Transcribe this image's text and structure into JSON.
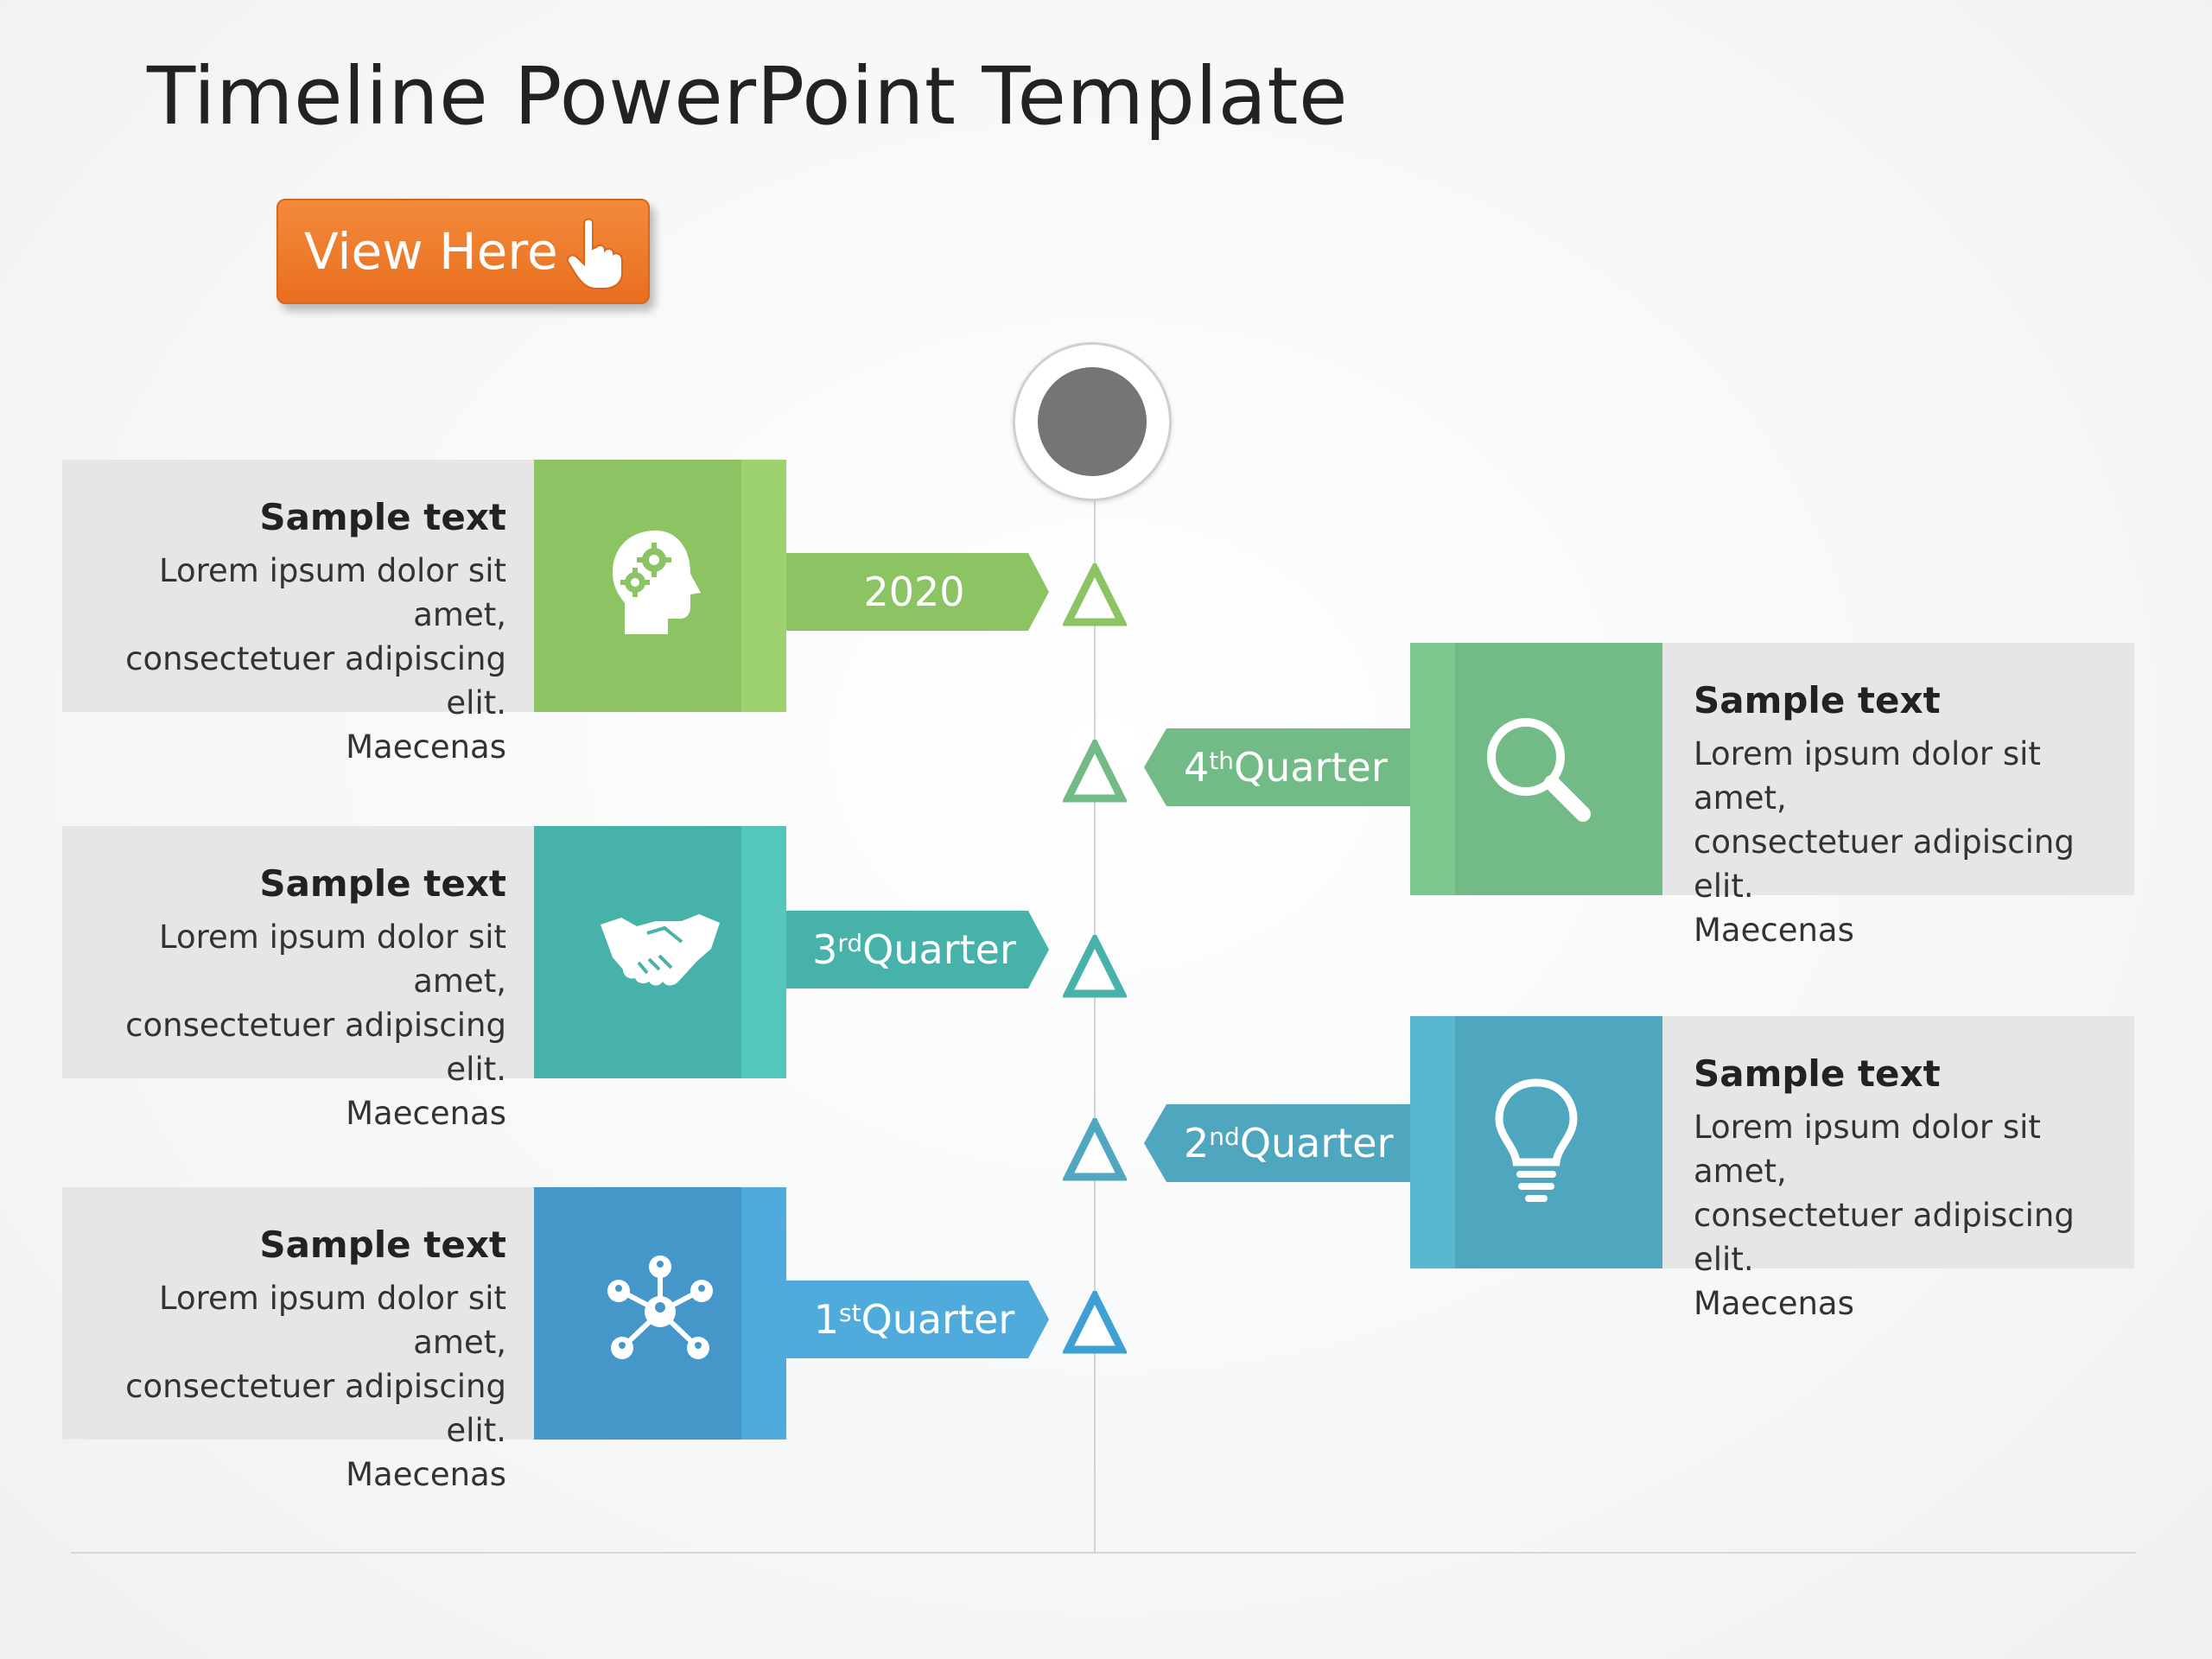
{
  "title": "Timeline PowerPoint Template",
  "view_button": {
    "label": "View Here"
  },
  "milestones": [
    {
      "side": "left",
      "period": "2020",
      "sup": "",
      "suffix": "",
      "heading": "Sample text",
      "body": [
        "Lorem ipsum dolor sit amet,",
        "consectetuer adipiscing elit.",
        "Maecenas"
      ],
      "icon": "head-gears-icon",
      "color": "#8cc464",
      "strip": "#9dd26f"
    },
    {
      "side": "right",
      "period": "4",
      "sup": "th",
      "suffix": " Quarter",
      "heading": "Sample text",
      "body": [
        "Lorem ipsum dolor sit amet,",
        "consectetuer adipiscing elit.",
        "Maecenas"
      ],
      "icon": "magnifier-icon",
      "color": "#72bb86",
      "strip": "#7cc98f"
    },
    {
      "side": "left",
      "period": "3",
      "sup": "rd",
      "suffix": " Quarter",
      "heading": "Sample text",
      "body": [
        "Lorem ipsum dolor sit amet,",
        "consectetuer adipiscing elit.",
        "Maecenas"
      ],
      "icon": "handshake-icon",
      "color": "#47b2a9",
      "strip": "#55c6bc"
    },
    {
      "side": "right",
      "period": "2",
      "sup": "nd",
      "suffix": " Quarter",
      "heading": "Sample text",
      "body": [
        "Lorem ipsum dolor sit amet,",
        "consectetuer adipiscing elit.",
        "Maecenas"
      ],
      "icon": "lightbulb-icon",
      "color": "#4fa6bf",
      "strip": "#59b7cf"
    },
    {
      "side": "left",
      "period": "1",
      "sup": "st",
      "suffix": " Quarter",
      "heading": "Sample text",
      "body": [
        "Lorem ipsum dolor sit amet,",
        "consectetuer adipiscing elit.",
        "Maecenas"
      ],
      "icon": "network-icon",
      "color": "#4597c9",
      "strip": "#4fabdb"
    }
  ]
}
